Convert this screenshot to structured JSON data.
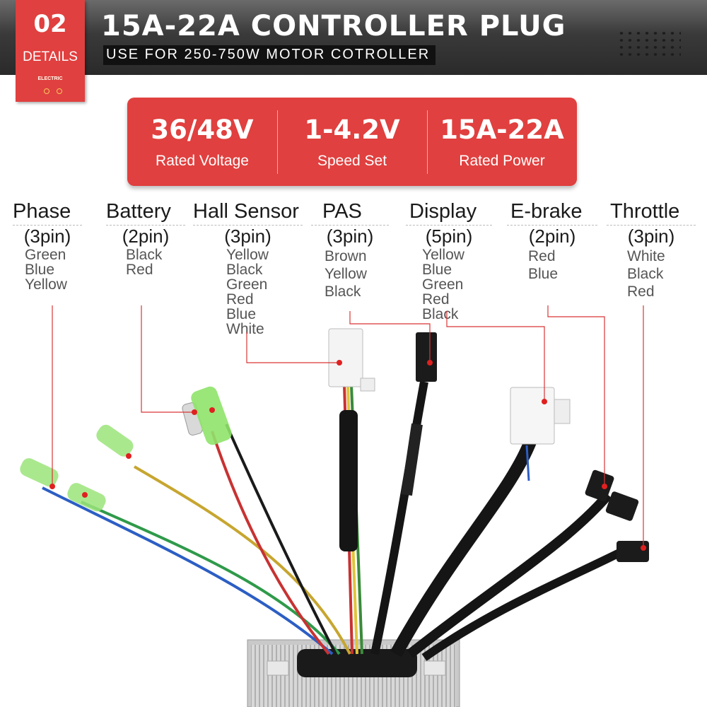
{
  "badge": {
    "number": "02",
    "label": "DETAILS",
    "brand": "ELECTRIC"
  },
  "header": {
    "title": "15A-22A CONTROLLER PLUG",
    "subtitle": "USE FOR 250-750W MOTOR COTROLLER"
  },
  "specs": [
    {
      "value": "36/48V",
      "label": "Rated Voltage"
    },
    {
      "value": "1-4.2V",
      "label": "Speed Set"
    },
    {
      "value": "15A-22A",
      "label": "Rated Power"
    }
  ],
  "connectors": [
    {
      "name": "Phase",
      "pins": "(3pin)",
      "wires": [
        "Green",
        "Blue",
        "Yellow"
      ]
    },
    {
      "name": "Battery",
      "pins": "(2pin)",
      "wires": [
        "Black",
        "Red"
      ]
    },
    {
      "name": "Hall Sensor",
      "pins": "(3pin)",
      "wires": [
        "Yellow",
        "Black",
        "Green",
        "Red",
        "Blue",
        "White"
      ]
    },
    {
      "name": "PAS",
      "pins": "(3pin)",
      "wires": [
        "Brown",
        "Yellow",
        "Black"
      ]
    },
    {
      "name": "Display",
      "pins": "(5pin)",
      "wires": [
        "Yellow",
        "Blue",
        "Green",
        "Red",
        "Black"
      ]
    },
    {
      "name": "E-brake",
      "pins": "(2pin)",
      "wires": [
        "Red",
        "Blue"
      ]
    },
    {
      "name": "Throttle",
      "pins": "(3pin)",
      "wires": [
        "White",
        "Black",
        "Red"
      ]
    }
  ],
  "colors": {
    "accent": "#e0403f",
    "header_dark": "#2a2a2a",
    "leader_line": "#d93535"
  }
}
